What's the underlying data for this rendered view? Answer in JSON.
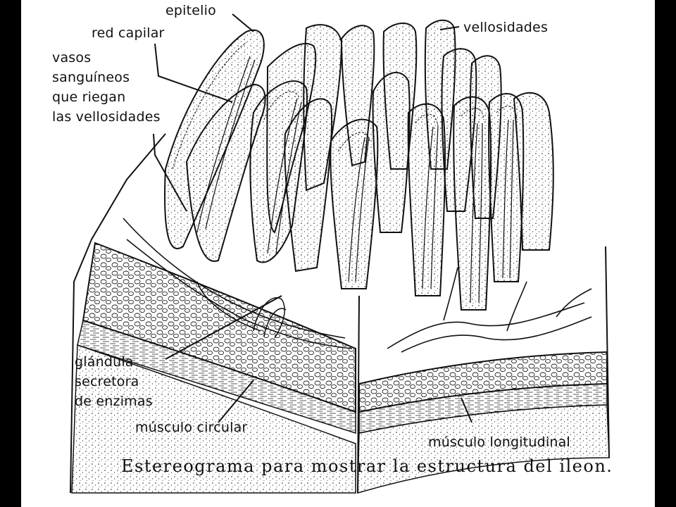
{
  "figure": {
    "labels": {
      "epitelio": "epitelio",
      "red_capilar": "red capilar",
      "vasos": "vasos\nsanguíneos\nque riegan\nlas vellosidades",
      "vellosidades": "vellosidades",
      "glandula": "glándula\nsecretora\nde enzimas",
      "musculo_circular": "músculo circular",
      "musculo_longitudinal": "músculo longitudinal"
    },
    "caption": "Estereograma para mostrar la estructura del íleon.",
    "colors": {
      "frame_bg": "#000000",
      "paper": "#ffffff",
      "ink": "#111111"
    }
  }
}
